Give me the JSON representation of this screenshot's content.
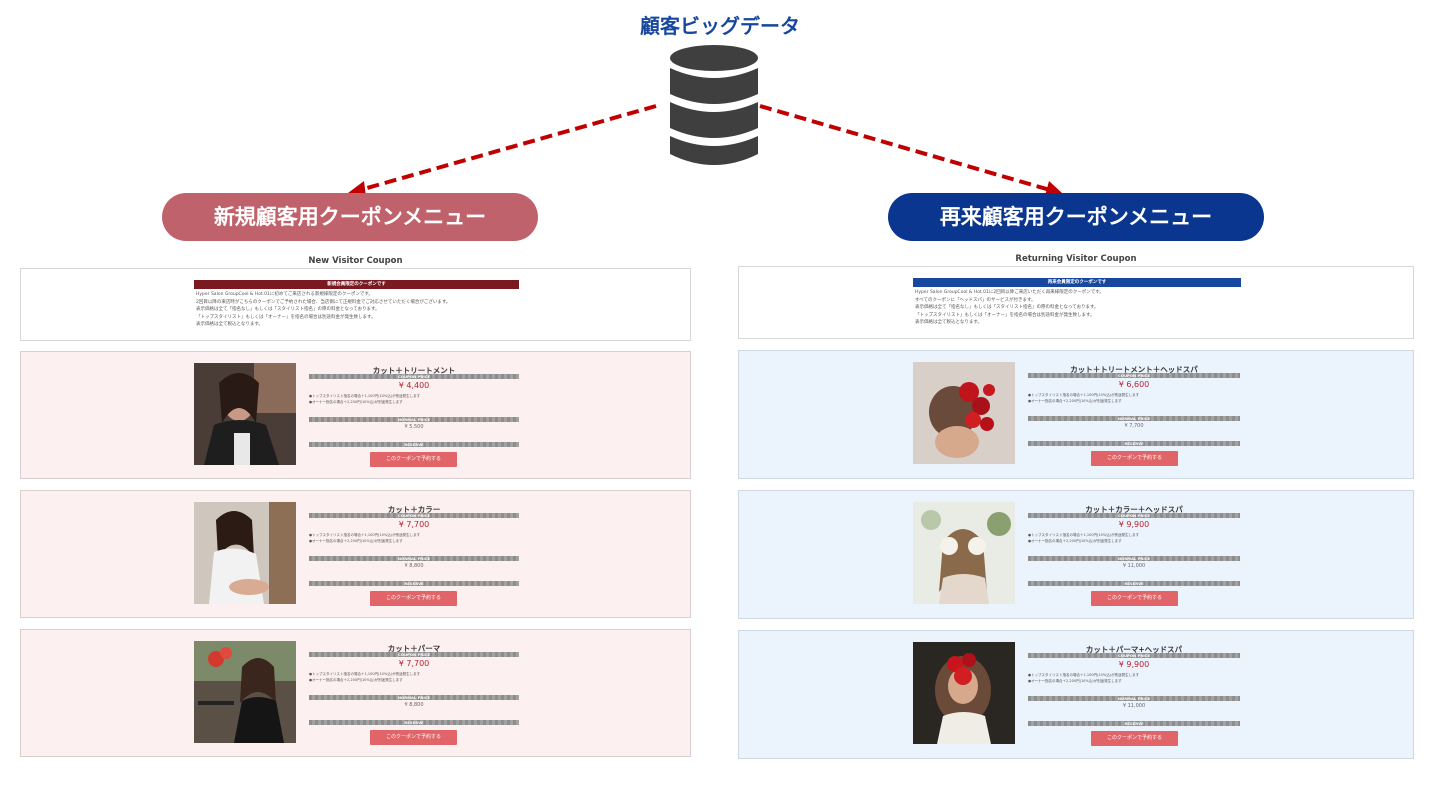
{
  "header": {
    "title": "顧客ビッグデータ"
  },
  "colors": {
    "new": "#c0626b",
    "returning": "#0a3690",
    "accent_red": "#b8232f",
    "button": "#e06468",
    "arrow": "#c00000"
  },
  "icons": {
    "database": "database-icon"
  },
  "new": {
    "pill": "新規顧客用クーポンメニュー",
    "panel_title": "New Visitor Coupon",
    "notice_bar": "新規会員限定のクーポンです",
    "notice_lines": [
      "Hyper Salon GroupCool & Hot.01に初めてご来店される新規様限定のクーポンです。",
      "2回目以降の来店時がこちらのクーポンでご予約された場合、当店側にて正規料金でご対応させていただく場合がございます。",
      "表示価格は全て「指名なし」もしくは「スタイリスト指名」の際の料金となっております。",
      "「トップスタイリスト」もしくは「オーナー」を指名の場合は別途料金が発生致します。",
      "表示価格は全て税込となります。"
    ],
    "coupons": [
      {
        "name": "カット＋トリートメント",
        "coupon_label": "COUPON PRICE",
        "price": "¥ 4,400",
        "notes": [
          "●トップスタイリスト指名の場合＋1,100円(10%込)が別途発生します",
          "●オーナー指名の場合＋2,200円(10%込)が別途発生します"
        ],
        "normal_label": "NORMAL PRICE",
        "normal_price": "¥ 5,500",
        "reserve_label": "RESERVE",
        "button": "このクーポンで予約する"
      },
      {
        "name": "カット＋カラー",
        "coupon_label": "COUPON PRICE",
        "price": "¥ 7,700",
        "notes": [
          "●トップスタイリスト指名の場合＋1,100円(10%込)が別途発生します",
          "●オーナー指名の場合＋2,200円(10%込)が別途発生します"
        ],
        "normal_label": "NORMAL PRICE",
        "normal_price": "¥ 8,800",
        "reserve_label": "RESERVE",
        "button": "このクーポンで予約する"
      },
      {
        "name": "カット＋パーマ",
        "coupon_label": "COUPON PRICE",
        "price": "¥ 7,700",
        "notes": [
          "●トップスタイリスト指名の場合＋1,100円(10%込)が別途発生します",
          "●オーナー指名の場合＋2,200円(10%込)が別途発生します"
        ],
        "normal_label": "NORMAL PRICE",
        "normal_price": "¥ 8,800",
        "reserve_label": "RESERVE",
        "button": "このクーポンで予約する"
      }
    ]
  },
  "returning": {
    "pill": "再来顧客用クーポンメニュー",
    "panel_title": "Returning Visitor Coupon",
    "notice_bar": "再来会員限定のクーポンです",
    "notice_lines": [
      "Hyper Salon GroupCool & Hot.01に2回目以降ご来店いただく再来様限定のクーポンです。",
      "すべてのクーポンに「ヘッドスパ」のサービスが付きます。",
      "表示価格は全て「指名なし」もしくは「スタイリスト指名」の際の料金となっております。",
      "「トップスタイリスト」もしくは「オーナー」を指名の場合は別途料金が発生致します。",
      "表示価格は全て税込となります。"
    ],
    "coupons": [
      {
        "name": "カット＋トリートメント＋ヘッドスパ",
        "coupon_label": "COUPON PRICE",
        "price": "¥ 6,600",
        "notes": [
          "●トップスタイリスト指名の場合＋1,100円(10%込)が別途発生します",
          "●オーナー指名の場合＋2,200円(10%込)が別途発生します"
        ],
        "normal_label": "NORMAL PRICE",
        "normal_price": "¥ 7,700",
        "reserve_label": "RESERVE",
        "button": "このクーポンで予約する"
      },
      {
        "name": "カット＋カラー＋ヘッドスパ",
        "coupon_label": "COUPON PRICE",
        "price": "¥ 9,900",
        "notes": [
          "●トップスタイリスト指名の場合＋1,100円(10%込)が別途発生します",
          "●オーナー指名の場合＋2,200円(10%込)が別途発生します"
        ],
        "normal_label": "NORMAL PRICE",
        "normal_price": "¥ 11,000",
        "reserve_label": "RESERVE",
        "button": "このクーポンで予約する"
      },
      {
        "name": "カット＋パーマ+ヘッドスパ",
        "coupon_label": "COUPON PRICE",
        "price": "¥ 9,900",
        "notes": [
          "●トップスタイリスト指名の場合＋1,100円(10%込)が別途発生します",
          "●オーナー指名の場合＋2,200円(10%込)が別途発生します"
        ],
        "normal_label": "NORMAL PRICE",
        "normal_price": "¥ 11,000",
        "reserve_label": "RESERVE",
        "button": "このクーポンで予約する"
      }
    ]
  }
}
